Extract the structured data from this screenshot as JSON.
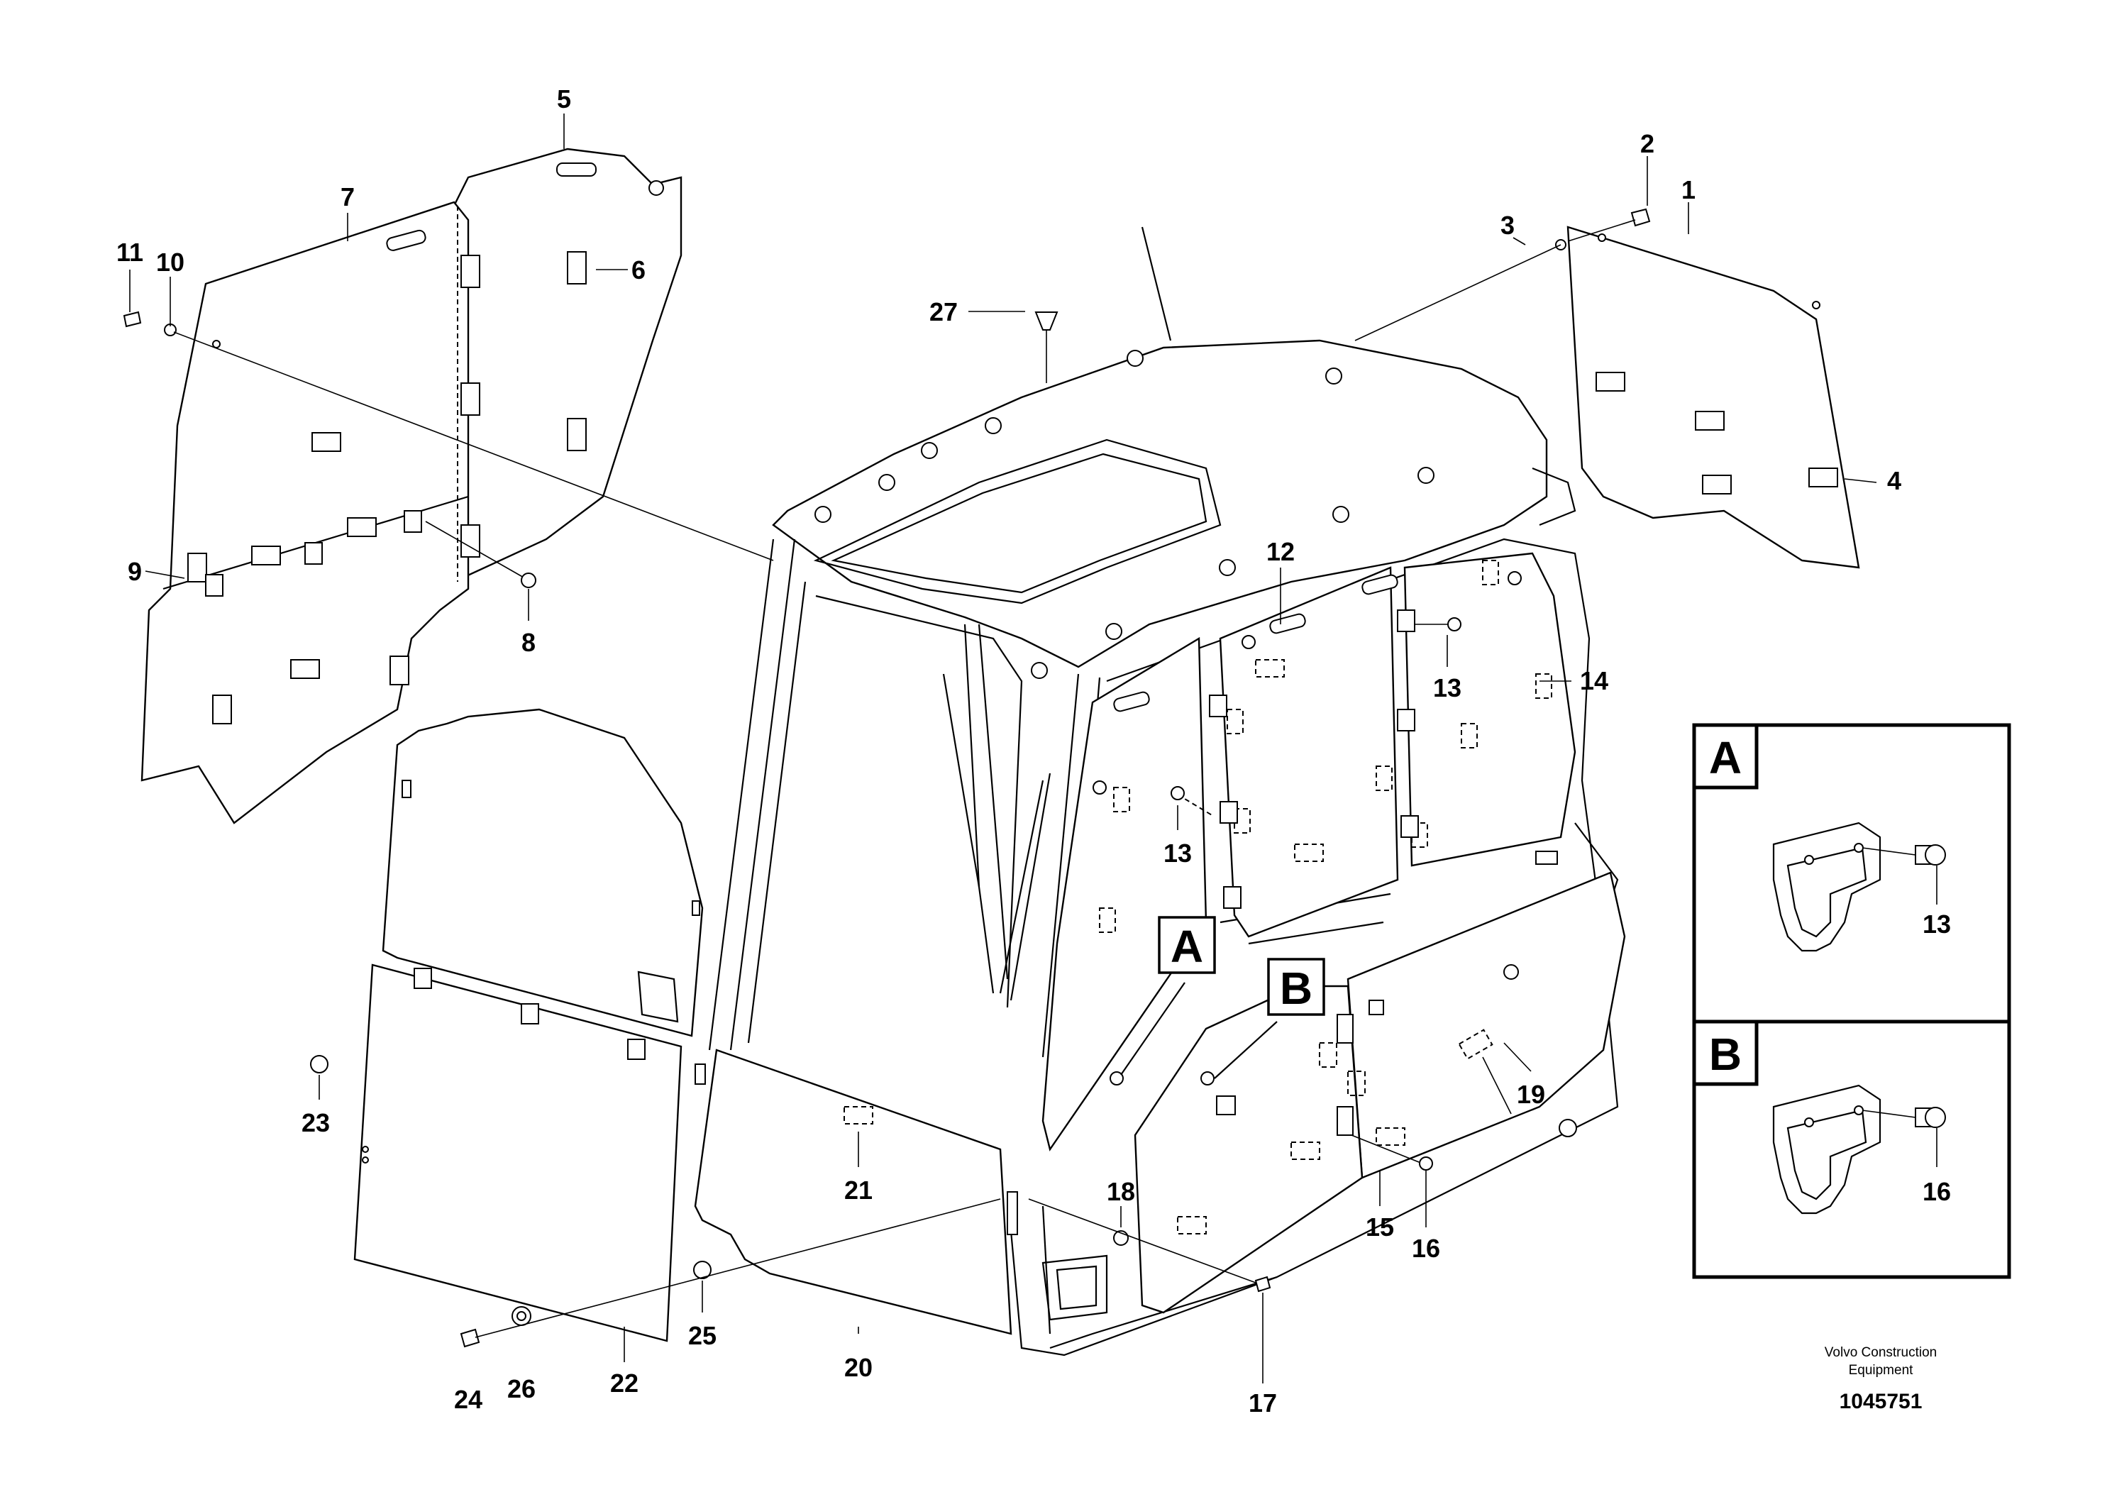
{
  "diagram": {
    "part_numbers": [
      "1",
      "2",
      "3",
      "4",
      "5",
      "6",
      "7",
      "8",
      "9",
      "10",
      "11",
      "12",
      "13",
      "14",
      "15",
      "16",
      "17",
      "18",
      "19",
      "20",
      "21",
      "22",
      "23",
      "24",
      "25",
      "26",
      "27"
    ],
    "detail_views": [
      {
        "letter": "A",
        "part_number": "13"
      },
      {
        "letter": "B",
        "part_number": "16"
      }
    ],
    "callouts": [
      "A",
      "B"
    ],
    "credit_line1": "Volvo Construction",
    "credit_line2": "Equipment",
    "document_number": "1045751"
  }
}
